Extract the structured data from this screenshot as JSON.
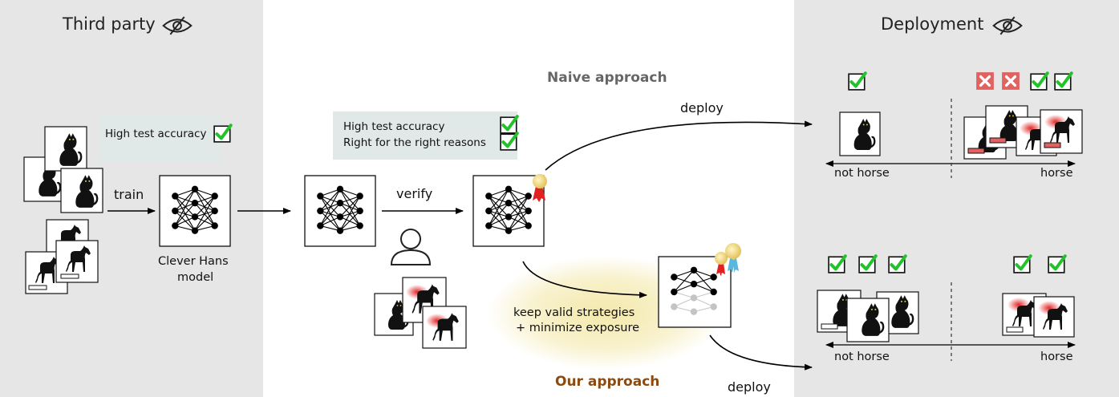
{
  "left_panel": {
    "title": "Third party",
    "badge": "High test accuracy"
  },
  "right_panel": {
    "title": "Deployment"
  },
  "labels": {
    "train": "train",
    "model_line1": "Clever Hans",
    "model_line2": "model",
    "verify": "verify",
    "deploy": "deploy",
    "naive": "Naive approach",
    "ours": "Our approach",
    "strategy_line1": "keep valid strategies",
    "strategy_line2": "+ minimize exposure",
    "not_horse": "not horse",
    "horse": "horse"
  },
  "verify_box": {
    "line1": "High test accuracy",
    "line2": "Right for the right reasons"
  },
  "naive_marks": [
    "check",
    "cross",
    "cross",
    "check",
    "check"
  ],
  "ours_marks": [
    "check",
    "check",
    "check",
    "check",
    "check"
  ],
  "colors": {
    "panel": "#e6e6e6",
    "check": "#22c22a",
    "cross": "#e04848",
    "naive_title": "#666666",
    "ours_title": "#8a4a10",
    "glow": "#f3e7a6"
  }
}
